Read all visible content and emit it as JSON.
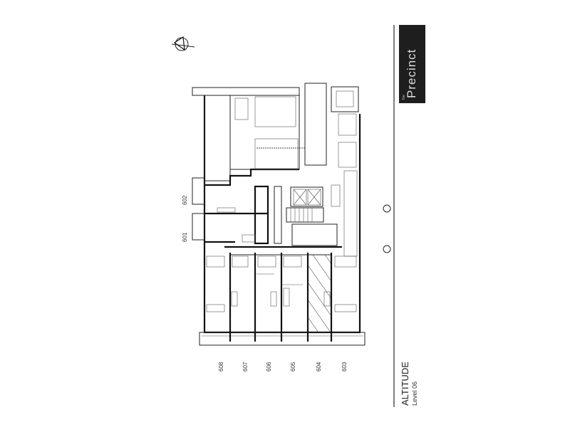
{
  "title_block": {
    "project": "ALTITUDE",
    "level": "Level 06",
    "logo": {
      "brand": "Precinct",
      "prefix": "the"
    }
  },
  "units": {
    "u601": "601",
    "u602": "602",
    "u603": "603",
    "u604": "604",
    "u605": "605",
    "u606": "606",
    "u607": "607",
    "u608": "608"
  },
  "icons": {
    "compass": "north-arrow-icon"
  },
  "colors": {
    "ink": "#222222",
    "logo_bg": "#1e1e1e",
    "hatch": "#333333"
  }
}
